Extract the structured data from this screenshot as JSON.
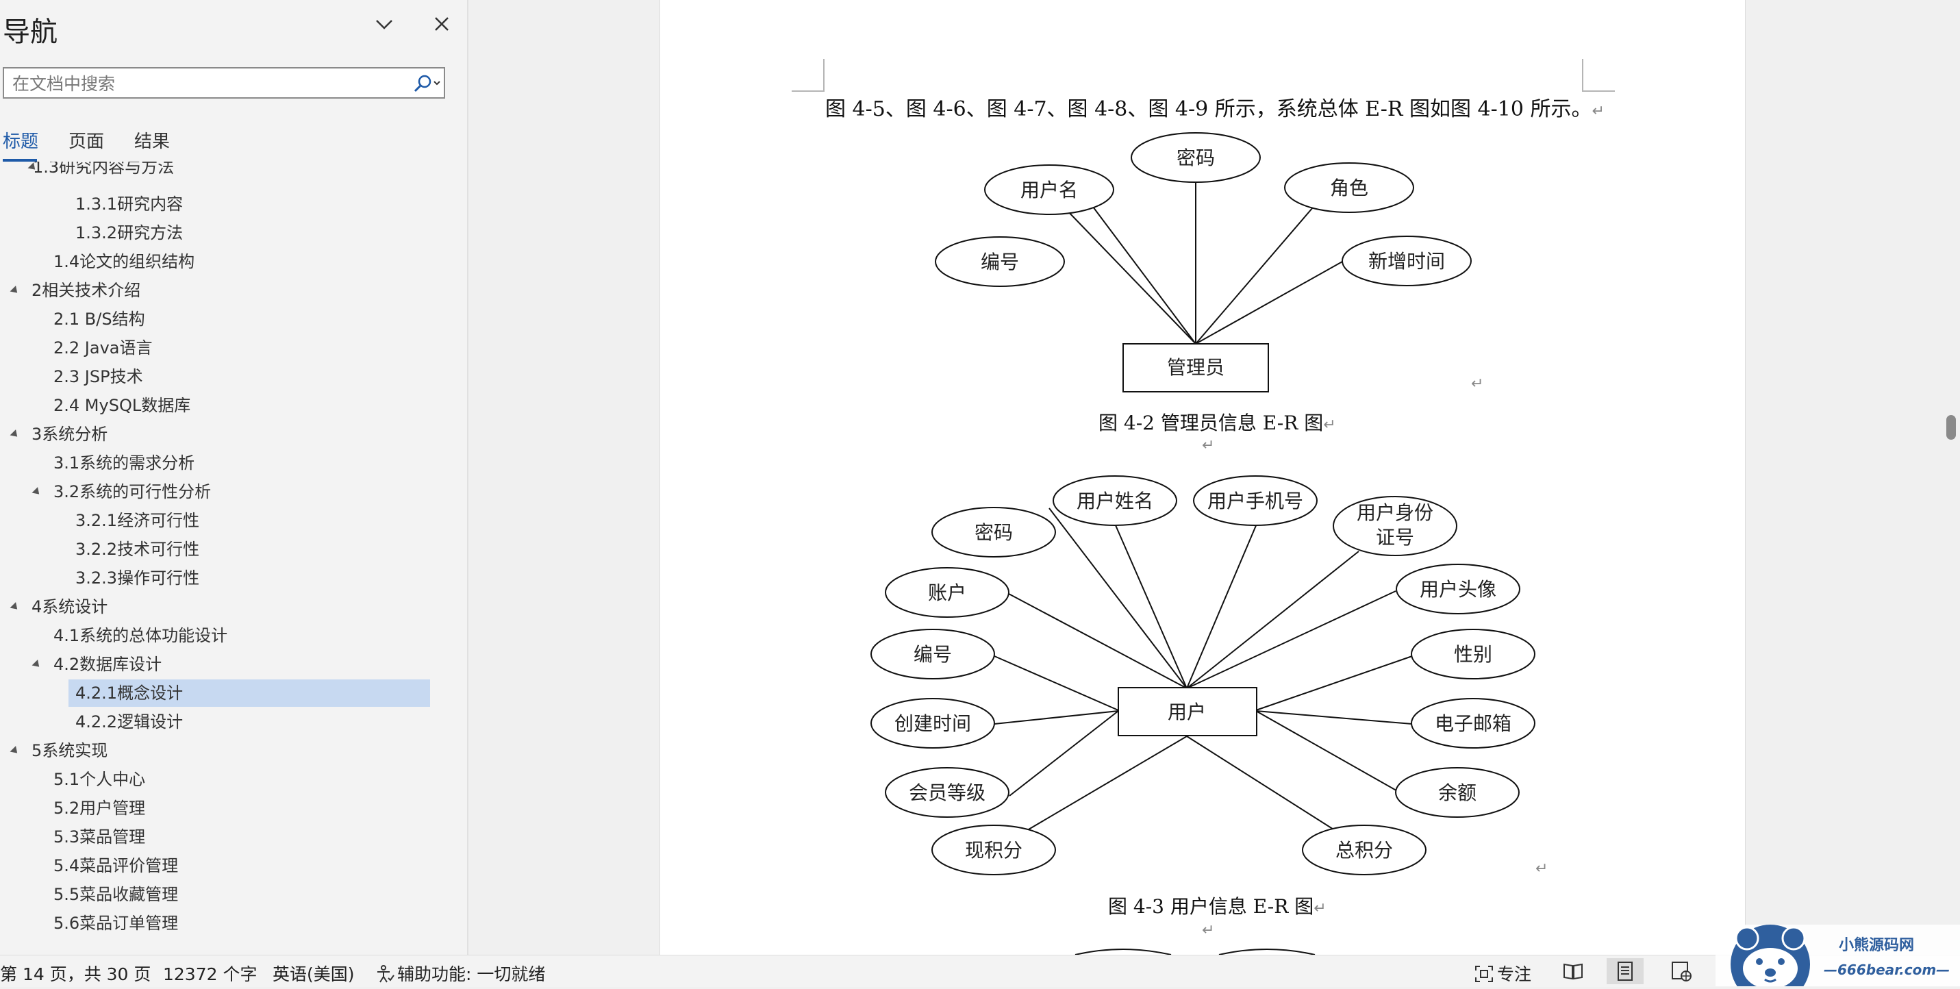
{
  "nav": {
    "title": "导航",
    "search_placeholder": "在文档中搜索",
    "tabs": [
      "标题",
      "页面",
      "结果"
    ],
    "items": [
      "1.3研究内容与方法",
      "1.3.1研究内容",
      "1.3.2研究方法",
      "1.4论文的组织结构",
      "2相关技术介绍",
      "2.1 B/S结构",
      "2.2 Java语言",
      "2.3 JSP技术",
      "2.4 MySQL数据库",
      "3系统分析",
      "3.1系统的需求分析",
      "3.2系统的可行性分析",
      "3.2.1经济可行性",
      "3.2.2技术可行性",
      "3.2.3操作可行性",
      "4系统设计",
      "4.1系统的总体功能设计",
      "4.2数据库设计",
      "4.2.1概念设计",
      "4.2.2逻辑设计",
      "5系统实现",
      "5.1个人中心",
      "5.2用户管理",
      "5.3菜品管理",
      "5.4菜品评价管理",
      "5.5菜品收藏管理",
      "5.6菜品订单管理"
    ]
  },
  "doc": {
    "intro_line": "图 4-5、图 4-6、图 4-7、图 4-8、图 4-9 所示，系统总体 E-R 图如图 4-10 所示。",
    "para_mark": "↵",
    "admin_er": {
      "entity": "管理员",
      "attrs": [
        "编号",
        "用户名",
        "密码",
        "角色",
        "新增时间"
      ],
      "caption": "图 4-2 管理员信息 E-R 图"
    },
    "user_er": {
      "entity": "用户",
      "attrs": [
        "密码",
        "用户姓名",
        "用户手机号",
        "用户身份",
        "证号",
        "账户",
        "用户头像",
        "编号",
        "性别",
        "创建时间",
        "电子邮箱",
        "会员等级",
        "余额",
        "现积分",
        "总积分"
      ],
      "caption": "图 4-3 用户信息 E-R 图"
    }
  },
  "status": {
    "page": "第 14 页，共 30 页",
    "words": "12372 个字",
    "language": "英语(美国)",
    "accessibility": "辅助功能: 一切就绪",
    "focus": "专注"
  },
  "watermark": {
    "site_name": "小熊源码网",
    "site_url": "—666bear.com—"
  },
  "colors": {
    "selection": "#c7d9f1",
    "accent": "#1e5aa8"
  }
}
